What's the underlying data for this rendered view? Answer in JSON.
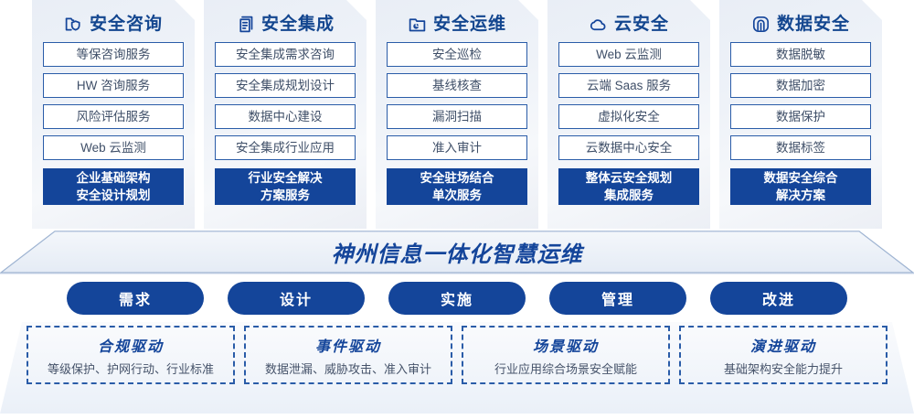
{
  "columns": [
    {
      "icon": "folder-shield-icon",
      "title": "安全咨询",
      "items": [
        "等保咨询服务",
        "HW 咨询服务",
        "风险评估服务",
        "Web 云监测"
      ],
      "highlight": [
        "企业基础架构",
        "安全设计规划"
      ]
    },
    {
      "icon": "documents-copy-icon",
      "title": "安全集成",
      "items": [
        "安全集成需求咨询",
        "安全集成规划设计",
        "数据中心建设",
        "安全集成行业应用"
      ],
      "highlight": [
        "行业安全解决",
        "方案服务"
      ]
    },
    {
      "icon": "folder-chart-icon",
      "title": "安全运维",
      "items": [
        "安全巡检",
        "基线核查",
        "漏洞扫描",
        "准入审计"
      ],
      "highlight": [
        "安全驻场结合",
        "单次服务"
      ]
    },
    {
      "icon": "cloud-icon",
      "title": "云安全",
      "items": [
        "Web 云监测",
        "云端 Saas 服务",
        "虚拟化安全",
        "云数据中心安全"
      ],
      "highlight": [
        "整体云安全规划",
        "集成服务"
      ]
    },
    {
      "icon": "fingerprint-icon",
      "title": "数据安全",
      "items": [
        "数据脱敏",
        "数据加密",
        "数据保护",
        "数据标签"
      ],
      "highlight": [
        "数据安全综合",
        "解决方案"
      ]
    }
  ],
  "banner": {
    "title": "神州信息一体化智慧运维"
  },
  "phases": [
    "需求",
    "设计",
    "实施",
    "管理",
    "改进"
  ],
  "drivers": [
    {
      "title": "合规驱动",
      "desc": "等级保护、护网行动、行业标准"
    },
    {
      "title": "事件驱动",
      "desc": "数据泄漏、威胁攻击、准入审计"
    },
    {
      "title": "场景驱动",
      "desc": "行业应用综合场景安全赋能"
    },
    {
      "title": "演进驱动",
      "desc": "基础架构安全能力提升"
    }
  ],
  "colors": {
    "primary": "#14459a",
    "border": "#2a5ca8",
    "text": "#3f4f68",
    "panel": "#eef2f8"
  }
}
